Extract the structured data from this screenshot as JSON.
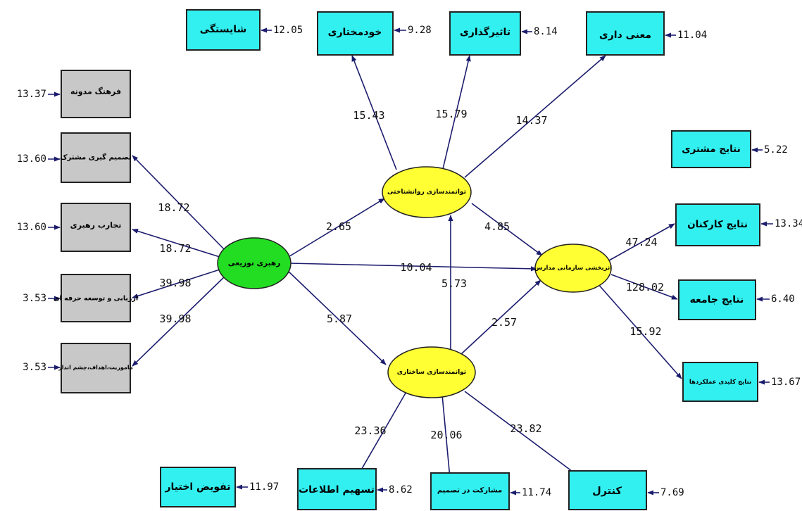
{
  "colors": {
    "construct_fill": "#ffff33",
    "leadership_fill": "#22dd22",
    "indicator_teal": "#33f0f0",
    "indicator_gray": "#c8c8c8",
    "arrow": "#1c1c6e"
  },
  "constructs": {
    "distributed_leadership": "رهبری توزیعی",
    "psych_empowerment": "توانمندسازی روانشناختی",
    "structural_empowerment": "توانمندسازی ساختاری",
    "org_effectiveness": "اثربخشی سازمانی مدارس"
  },
  "indicators": {
    "competence": "شایستگی",
    "autonomy": "خودمختاری",
    "impact": "تاثیرگذاری",
    "meaningfulness": "معنی داری",
    "codified_culture": "فرهنگ مدونه",
    "shared_decision": "تصمیم گیری مشترک",
    "leadership_experience": "تجارب رهبری",
    "prof_development": "ارزیابی و توسعه حرفه ای",
    "mission_vision": "ماموریت،اهداف،چشم انداز",
    "customer_outcomes": "نتایج مشتری",
    "staff_outcomes": "نتایج کارکنان",
    "society_outcomes": "نتایج جامعه",
    "key_performance": "نتایج کلیدی عملکردها",
    "delegation": "تفویض اختیار",
    "info_facilitation": "تسهیم اطلاعات",
    "participation": "مشارکت در تصمیم",
    "control": "کنترل"
  },
  "errors": {
    "competence": "12.05",
    "autonomy": "9.28",
    "impact": "8.14",
    "meaningfulness": "11.04",
    "codified_culture": "13.37",
    "shared_decision": "13.60",
    "leadership_experience": "13.60",
    "prof_development": "3.53",
    "mission_vision": "3.53",
    "customer_outcomes": "5.22",
    "staff_outcomes": "13.34",
    "society_outcomes": "6.40",
    "key_performance": "13.67",
    "delegation": "11.97",
    "info_facilitation": "8.62",
    "participation": "11.74",
    "control": "7.69"
  },
  "paths": {
    "psych_autonomy": "15.43",
    "psych_impact": "15.79",
    "psych_meaning": "14.37",
    "dl_shared_decision": "18.72",
    "dl_experience": "18.72",
    "dl_prof_dev": "39.98",
    "dl_mission": "39.98",
    "dl_psych": "2.65",
    "dl_eff": "10.04",
    "dl_struct": "5.87",
    "psych_eff": "4.85",
    "struct_psych": "5.73",
    "struct_eff": "2.57",
    "eff_staff": "47.24",
    "eff_society": "128.02",
    "eff_key": "15.92",
    "struct_info": "23.36",
    "struct_participation": "20.06",
    "struct_control": "23.82"
  }
}
